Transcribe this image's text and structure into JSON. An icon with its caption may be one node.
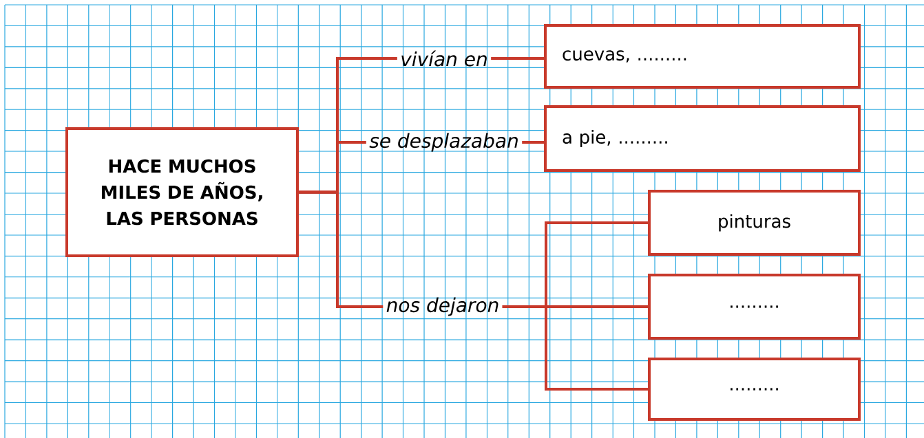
{
  "diagram": {
    "nodes": [
      {
        "text": [
          "HACE MUCHOS MILES DE AÑOS, LAS PERSONAS"
        ]
      },
      {
        "text": [
          "vivían en"
        ]
      },
      {
        "text": [
          "se desplazaban"
        ]
      },
      {
        "text": [
          "nos dejaron"
        ]
      },
      {
        "text": [
          "cuevas, ........."
        ]
      },
      {
        "text": [
          "a pie, ........."
        ]
      },
      {
        "text": [
          "pinturas"
        ]
      },
      {
        "text": [
          "........."
        ]
      },
      {
        "text": [
          "........."
        ]
      }
    ],
    "edges": [
      {
        "from": 0,
        "to": 1,
        "arrow": "none"
      },
      {
        "from": 0,
        "to": 2,
        "arrow": "none"
      },
      {
        "from": 0,
        "to": 3,
        "arrow": "none"
      },
      {
        "from": 1,
        "to": 4,
        "arrow": "none"
      },
      {
        "from": 2,
        "to": 5,
        "arrow": "none"
      },
      {
        "from": 3,
        "to": 6,
        "arrow": "none"
      },
      {
        "from": 3,
        "to": 7,
        "arrow": "none"
      },
      {
        "from": 3,
        "to": 8,
        "arrow": "none"
      }
    ]
  }
}
